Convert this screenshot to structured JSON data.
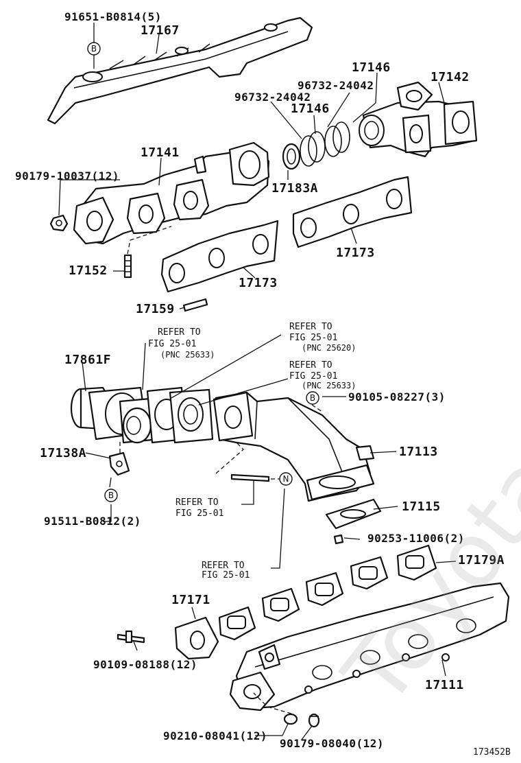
{
  "watermark": "ToyotaCarMine.ru",
  "figure_code": "173452B",
  "labels": {
    "p91651": "91651-B0814(5)",
    "p17167": "17167",
    "p17146a": "17146",
    "p17142": "17142",
    "p96732a": "96732-24042",
    "p96732b": "96732-24042",
    "p17146b": "17146",
    "p17141": "17141",
    "p90179a": "90179-10037(12)",
    "p17183a": "17183A",
    "p17152": "17152",
    "p17173a": "17173",
    "p17173b": "17173",
    "p17159": "17159",
    "p17861f": "17861F",
    "p17138a": "17138A",
    "p91511": "91511-B0812(2)",
    "p90105": "90105-08227(3)",
    "p17113": "17113",
    "p17115": "17115",
    "p90253": "90253-11006(2)",
    "p17179a": "17179A",
    "p17171": "17171",
    "p90109": "90109-08188(12)",
    "p17111": "17111",
    "p90210": "90210-08041(12)",
    "p90179b": "90179-08040(12)"
  },
  "refs": {
    "r1_l1": "REFER TO",
    "r1_l2": "FIG 25-01",
    "r1_l3": "(PNC 25633)",
    "r2_l1": "REFER TO",
    "r2_l2": "FIG 25-01",
    "r2_l3": "(PNC 25620)",
    "r3_l1": "REFER TO",
    "r3_l2": "FIG 25-01",
    "r3_l3": "(PNC 25633)",
    "r4_l1": "REFER TO",
    "r4_l2": "FIG 25-01",
    "r5_l1": "REFER TO",
    "r5_l2": "FIG 25-01"
  },
  "markers": {
    "b1": "B",
    "b2": "B",
    "b3": "B",
    "n1": "N"
  }
}
